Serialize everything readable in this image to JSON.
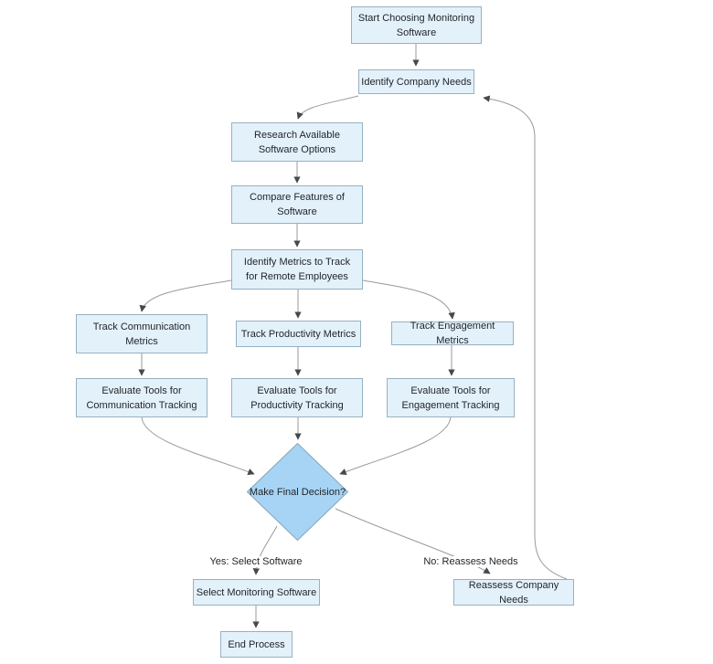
{
  "diagram": {
    "type": "flowchart",
    "direction": "top-down",
    "nodes": [
      {
        "id": "start",
        "shape": "rect",
        "label": "Start Choosing Monitoring\nSoftware"
      },
      {
        "id": "identify_needs",
        "shape": "rect",
        "label": "Identify Company Needs"
      },
      {
        "id": "research_options",
        "shape": "rect",
        "label": "Research Available\nSoftware Options"
      },
      {
        "id": "compare_features",
        "shape": "rect",
        "label": "Compare Features of\nSoftware"
      },
      {
        "id": "identify_metrics",
        "shape": "rect",
        "label": "Identify Metrics to Track\nfor Remote Employees"
      },
      {
        "id": "track_communication",
        "shape": "rect",
        "label": "Track Communication\nMetrics"
      },
      {
        "id": "track_productivity",
        "shape": "rect",
        "label": "Track Productivity Metrics"
      },
      {
        "id": "track_engagement",
        "shape": "rect",
        "label": "Track Engagement Metrics"
      },
      {
        "id": "evaluate_communication",
        "shape": "rect",
        "label": "Evaluate Tools for\nCommunication Tracking"
      },
      {
        "id": "evaluate_productivity",
        "shape": "rect",
        "label": "Evaluate Tools for\nProductivity Tracking"
      },
      {
        "id": "evaluate_engagement",
        "shape": "rect",
        "label": "Evaluate Tools for\nEngagement Tracking"
      },
      {
        "id": "final_decision",
        "shape": "diamond",
        "label": "Make Final Decision?"
      },
      {
        "id": "select_software",
        "shape": "rect",
        "label": "Select Monitoring Software"
      },
      {
        "id": "end_process",
        "shape": "rect",
        "label": "End Process"
      },
      {
        "id": "reassess_needs",
        "shape": "rect",
        "label": "Reassess Company Needs"
      }
    ],
    "edges": [
      {
        "from": "start",
        "to": "identify_needs"
      },
      {
        "from": "identify_needs",
        "to": "research_options"
      },
      {
        "from": "research_options",
        "to": "compare_features"
      },
      {
        "from": "compare_features",
        "to": "identify_metrics"
      },
      {
        "from": "identify_metrics",
        "to": "track_communication"
      },
      {
        "from": "identify_metrics",
        "to": "track_productivity"
      },
      {
        "from": "identify_metrics",
        "to": "track_engagement"
      },
      {
        "from": "track_communication",
        "to": "evaluate_communication"
      },
      {
        "from": "track_productivity",
        "to": "evaluate_productivity"
      },
      {
        "from": "track_engagement",
        "to": "evaluate_engagement"
      },
      {
        "from": "evaluate_communication",
        "to": "final_decision"
      },
      {
        "from": "evaluate_productivity",
        "to": "final_decision"
      },
      {
        "from": "evaluate_engagement",
        "to": "final_decision"
      },
      {
        "from": "final_decision",
        "to": "select_software",
        "label": "Yes: Select Software"
      },
      {
        "from": "final_decision",
        "to": "reassess_needs",
        "label": "No: Reassess Needs"
      },
      {
        "from": "select_software",
        "to": "end_process"
      },
      {
        "from": "reassess_needs",
        "to": "identify_needs"
      }
    ],
    "colors": {
      "background": "#ffffff",
      "node_fill": "#e3f1fb",
      "node_border": "#97b1c0",
      "decision_fill": "#a7d4f4",
      "decision_border": "#84a5ba",
      "edge_color": "#999999",
      "arrow_color": "#45494d",
      "text_color": "#1f2328"
    }
  }
}
